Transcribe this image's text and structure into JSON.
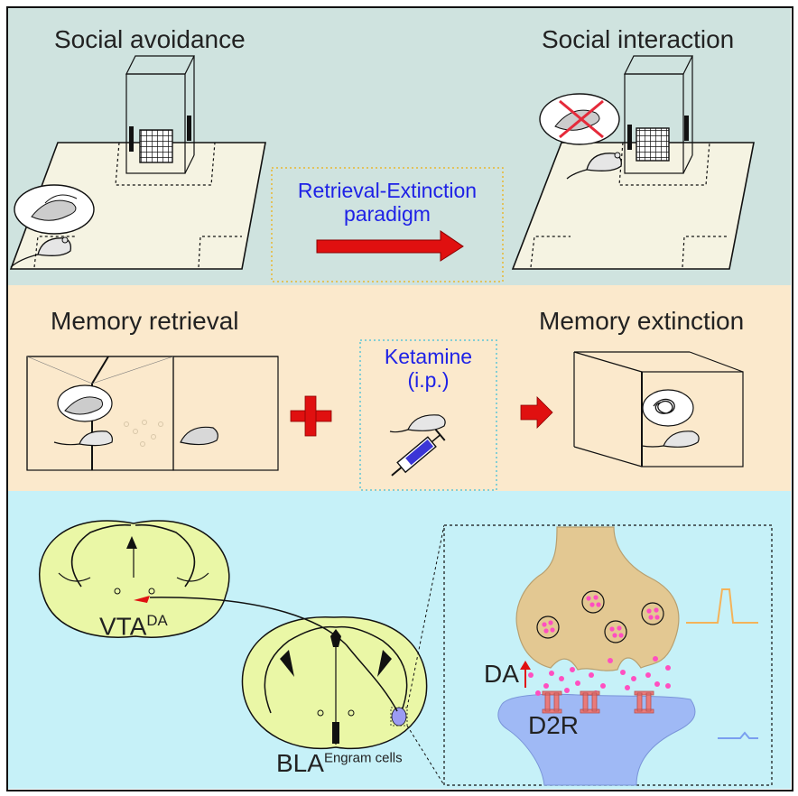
{
  "panel_top": {
    "left_title": "Social avoidance",
    "right_title": "Social interaction",
    "paradigm_line1": "Retrieval-Extinction",
    "paradigm_line2": "paradigm"
  },
  "panel_middle": {
    "left_title": "Memory retrieval",
    "right_title": "Memory extinction",
    "drug_name": "Ketamine",
    "drug_route": "(i.p.)"
  },
  "panel_bottom": {
    "vta_label": "VTA",
    "vta_sup": "DA",
    "bla_label": "BLA",
    "bla_sup": "Engram cells",
    "da_label": "DA",
    "receptor_label": "D2R"
  },
  "colors": {
    "top_bg": "#cfe3df",
    "middle_bg": "#fbe9cc",
    "bottom_bg": "#c6f1f8",
    "arrow_red": "#e01010",
    "text_blue": "#1f22e6",
    "brain_fill": "#eaf7a6",
    "presynaptic": "#e3c892",
    "postsynaptic": "#9fb9f5",
    "vesicle_pink": "#ff4fc0",
    "receptor": "#e97b7b",
    "trace_orange": "#f4b35a",
    "trace_blue": "#7a9ff0"
  }
}
